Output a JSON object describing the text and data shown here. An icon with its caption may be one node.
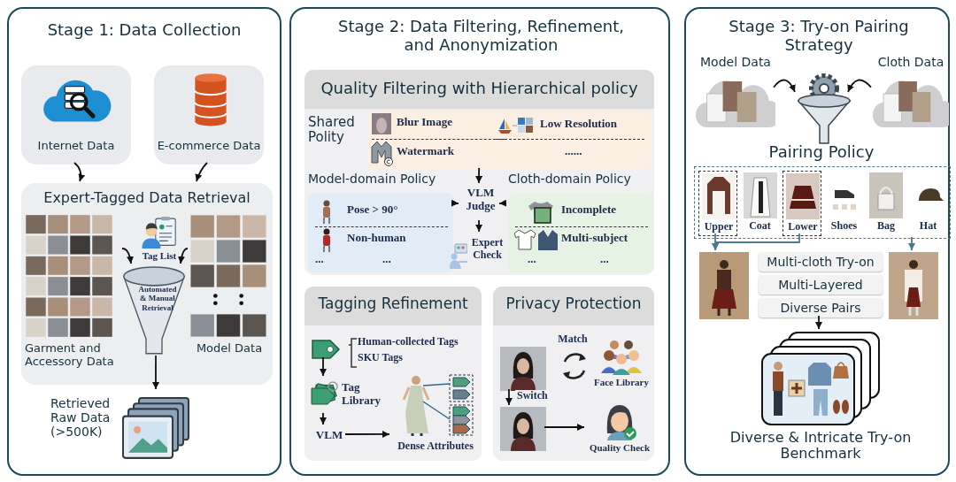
{
  "diagram": {
    "nodes": [
      {
        "text": [
          "Stage 1: Data Collection"
        ]
      },
      {
        "text": [
          "Internet Data"
        ],
        "in": 0
      },
      {
        "text": [
          "E-commerce Data"
        ],
        "in": 0
      },
      {
        "text": [
          "Expert-Tagged Data Retrieval"
        ],
        "in": 0
      },
      {
        "text": [
          "Garment and Accessory Data"
        ],
        "in": 3
      },
      {
        "text": [
          "Tag List"
        ],
        "in": 3
      },
      {
        "text": [
          "Automated & Manual Retrieval"
        ],
        "in": 3
      },
      {
        "text": [
          "Model Data"
        ],
        "in": 3
      },
      {
        "text": [
          "Retrieved Raw Data (>500K)"
        ],
        "in": 0
      },
      {
        "text": [
          "Stage 2: Data Filtering, Refinement, and Anonymization"
        ]
      },
      {
        "text": [
          "Quality Filtering with Hierarchical policy"
        ],
        "in": 9
      },
      {
        "text": [
          "Shared Polity",
          "Blur Image",
          "Low Resolution",
          "Watermark",
          "......"
        ],
        "in": 10
      },
      {
        "text": [
          "Model-domain Policy",
          "Pose > 90°",
          "Non-human",
          "...",
          "..."
        ],
        "in": 10
      },
      {
        "text": [
          "Cloth-domain Policy",
          "Incomplete",
          "Multi-subject",
          "...",
          "..."
        ],
        "in": 10
      },
      {
        "text": [
          "VLM Judge"
        ],
        "in": 10
      },
      {
        "text": [
          "Expert Check"
        ],
        "in": 10
      },
      {
        "text": [
          "Tagging Refinement"
        ],
        "in": 9
      },
      {
        "text": [],
        "shape": "picture",
        "in": 16,
        "beside": [
          "Human-collected Tags",
          "SKU Tags"
        ]
      },
      {
        "text": [
          "Tag Library"
        ],
        "in": 16
      },
      {
        "text": [
          "VLM"
        ],
        "in": 16
      },
      {
        "text": [
          "Dense Attributes"
        ],
        "in": 16
      },
      {
        "text": [
          "Privacy Protection"
        ],
        "in": 9
      },
      {
        "text": [],
        "shape": "picture",
        "in": 21
      },
      {
        "text": [
          "Face Library"
        ],
        "in": 21
      },
      {
        "text": [],
        "shape": "picture",
        "in": 21
      },
      {
        "text": [
          "Quality Check"
        ],
        "in": 21
      },
      {
        "text": [
          "Stage 3: Try-on Pairing Strategy"
        ]
      },
      {
        "text": [
          "Model Data"
        ],
        "in": 26
      },
      {
        "text": [],
        "shape": "picture",
        "in": 26,
        "beside": [
          "Pairing Policy"
        ]
      },
      {
        "text": [
          "Cloth Data"
        ],
        "in": 26
      },
      {
        "text": [],
        "shape": "box",
        "in": 26
      },
      {
        "text": [
          "Upper"
        ],
        "in": 30
      },
      {
        "text": [
          "Coat"
        ],
        "in": 30
      },
      {
        "text": [
          "Lower"
        ],
        "in": 30
      },
      {
        "text": [
          "Shoes"
        ],
        "in": 30
      },
      {
        "text": [
          "Bag"
        ],
        "in": 30
      },
      {
        "text": [
          "Hat"
        ],
        "in": 30
      },
      {
        "text": [],
        "shape": "picture",
        "in": 26
      },
      {
        "text": [],
        "shape": "picture",
        "in": 26
      },
      {
        "text": [
          "Multi-cloth Try-on"
        ],
        "in": 26
      },
      {
        "text": [
          "Multi-Layered"
        ],
        "in": 26
      },
      {
        "text": [
          "Diverse Pairs"
        ],
        "in": 26
      },
      {
        "text": [
          "Diverse & Intricate Try-on Benchmark"
        ],
        "in": 26
      }
    ],
    "edges": [
      {
        "from": 1,
        "to": 3,
        "arrow": "to"
      },
      {
        "from": 2,
        "to": 3,
        "arrow": "to"
      },
      {
        "from": 4,
        "to": 6,
        "arrow": "to"
      },
      {
        "from": 7,
        "to": 6,
        "arrow": "to"
      },
      {
        "from": 6,
        "to": 8,
        "arrow": "to"
      },
      {
        "from": 11,
        "to": 14,
        "arrow": "to"
      },
      {
        "from": 12,
        "to": 14,
        "arrow": "to"
      },
      {
        "from": 13,
        "to": 14,
        "arrow": "to"
      },
      {
        "from": 14,
        "to": 15,
        "arrow": "to"
      },
      {
        "from": 17,
        "to": 18,
        "arrow": "to"
      },
      {
        "from": 18,
        "to": 19,
        "arrow": "to"
      },
      {
        "from": 19,
        "to": 20,
        "arrow": "to"
      },
      {
        "from": 22,
        "to": 24,
        "arrow": "to",
        "label": "Switch"
      },
      {
        "from": 24,
        "to": 25,
        "arrow": "to"
      },
      {
        "from": 27,
        "to": 28,
        "arrow": "to"
      },
      {
        "from": 29,
        "to": 28,
        "arrow": "to"
      },
      {
        "from": 31,
        "to": 37,
        "arrow": "to",
        "color": "#4a7a90"
      },
      {
        "from": 33,
        "to": 37,
        "arrow": "to",
        "color": "#4a7a90"
      },
      {
        "from": 30,
        "to": 38,
        "arrow": "to",
        "color": "#4a7a90"
      },
      {
        "from": 41,
        "to": 42,
        "arrow": "to"
      }
    ],
    "labels": [
      "Match"
    ]
  }
}
